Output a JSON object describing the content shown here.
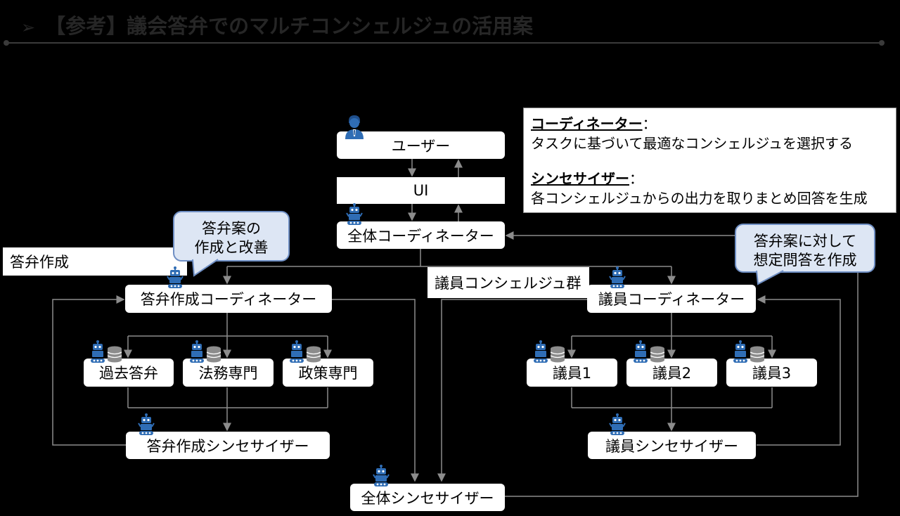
{
  "header": {
    "arrow": "➢",
    "title": "【参考】議会答弁でのマルチコンシェルジュの活用案"
  },
  "legend": {
    "coordinator_heading": "コーディネーター",
    "coordinator_desc": "タスクに基づいて最適なコンシェルジュを選択する",
    "synthesizer_heading": "シンセサイザー",
    "synthesizer_desc": "各コンシェルジュからの出力を取りまとめ回答を生成",
    "colon": "："
  },
  "nodes": {
    "user": "ユーザー",
    "ui": "UI",
    "global_coordinator": "全体コーディネーター",
    "answer_coordinator": "答弁作成コーディネーター",
    "past_answers": "過去答弁",
    "legal": "法務専門",
    "policy": "政策専門",
    "answer_synthesizer": "答弁作成シンセサイザー",
    "member_coordinator": "議員コーディネーター",
    "member1": "議員1",
    "member2": "議員2",
    "member3": "議員3",
    "member_synthesizer": "議員シンセサイザー",
    "global_synthesizer": "全体シンセサイザー"
  },
  "groups": {
    "answer_group": "答弁作成",
    "member_group": "議員コンシェルジュ群"
  },
  "callouts": {
    "left": [
      "答弁案の",
      "作成と改善"
    ],
    "right": [
      "答弁案に対して",
      "想定問答を作成"
    ]
  },
  "colors": {
    "line": "#8c8c8c",
    "robot": "#2f6db5",
    "user": "#2f6db5",
    "database": "#8c8c8c",
    "callout_fill": "#dde6f4",
    "callout_border": "#6f8fc4"
  }
}
